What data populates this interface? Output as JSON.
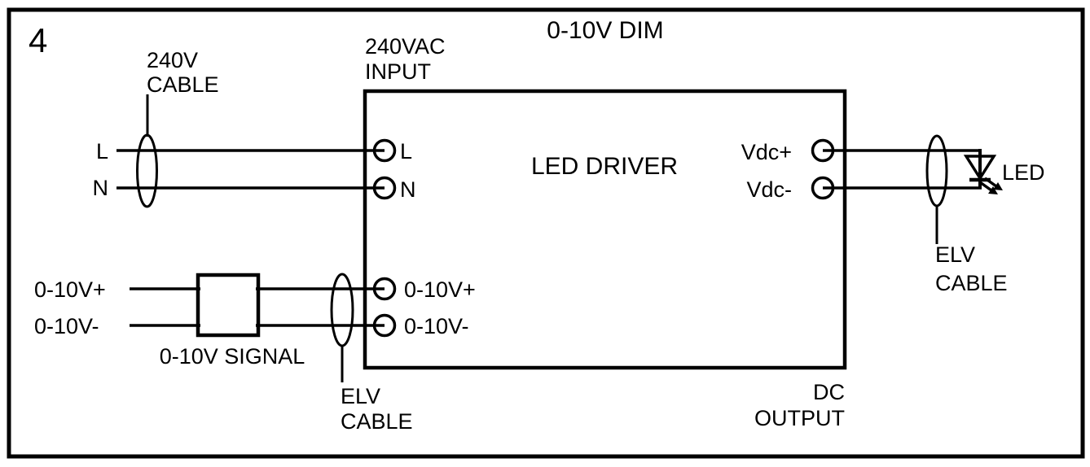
{
  "figure": {
    "number": "4",
    "title": "0-10V DIM"
  },
  "mains": {
    "cable_label": {
      "line1": "240V",
      "line2": "CABLE"
    },
    "input_label": {
      "line1": "240VAC",
      "line2": "INPUT"
    },
    "line_external": "L",
    "neutral_external": "N",
    "line_terminal": "L",
    "neutral_terminal": "N"
  },
  "driver": {
    "label": "LED DRIVER",
    "vdc_plus_terminal": "Vdc+",
    "vdc_minus_terminal": "Vdc-",
    "dc_output_label": {
      "line1": "DC",
      "line2": "OUTPUT"
    }
  },
  "dim_signal": {
    "plus_external": "0-10V+",
    "minus_external": "0-10V-",
    "signal_box_label": "0-10V SIGNAL",
    "plus_terminal": "0-10V+",
    "minus_terminal": "0-10V-",
    "elv_cable_label": {
      "line1": "ELV",
      "line2": "CABLE"
    }
  },
  "output": {
    "elv_cable_label": {
      "line1": "ELV",
      "line2": "CABLE"
    },
    "led_label": "LED"
  },
  "colors": {
    "ink": "#000000",
    "background": "#ffffff"
  }
}
